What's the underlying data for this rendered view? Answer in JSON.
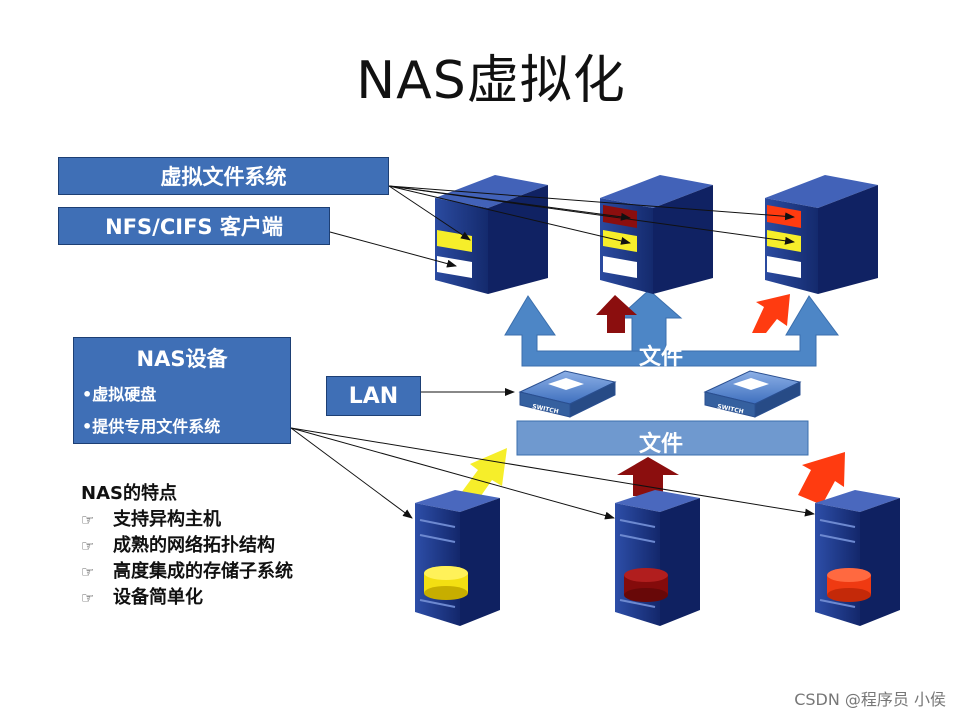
{
  "title": "NAS虚拟化",
  "boxes": {
    "virtual_fs": "虚拟文件系统",
    "nfs_client": "NFS/CIFS 客户端",
    "lan": "LAN"
  },
  "nas_device": {
    "title": "NAS设备",
    "items": [
      "•虚拟硬盘",
      "•提供专用文件系统"
    ]
  },
  "file_labels": {
    "top": "文件",
    "bottom": "文件"
  },
  "switch_label": "SWITCH",
  "features": {
    "title": "NAS的特点",
    "items": [
      "支持异构主机",
      "成熟的网络拓扑结构",
      "高度集成的存储子系统",
      "设备简单化"
    ]
  },
  "watermark": "CSDN @程序员 小侯",
  "colors": {
    "box_blue": "#3f6fb6",
    "arrow_blue": "#4d86c6",
    "bar_light": "#6f99cf",
    "server_navy": "#1c2e78",
    "yellow": "#f6ee2a",
    "dark_red": "#8b0e0e",
    "red": "#ff3b10"
  }
}
